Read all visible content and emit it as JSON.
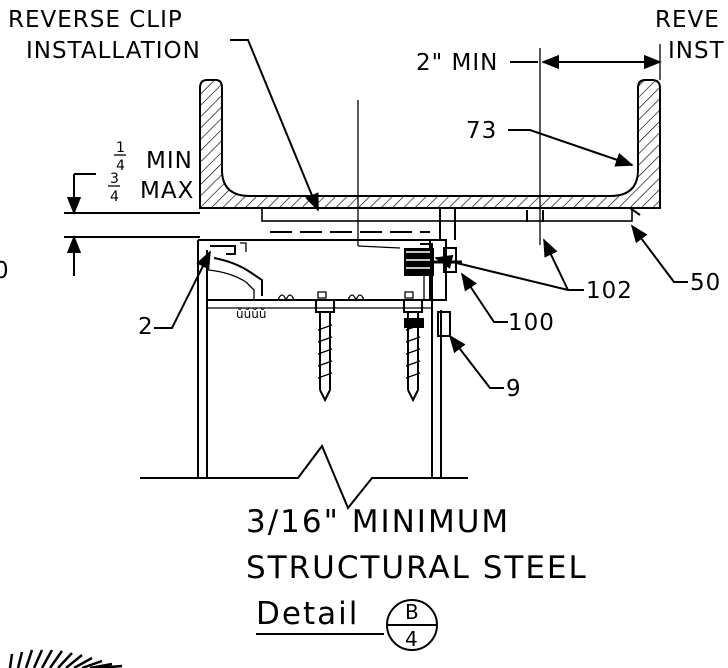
{
  "labels": {
    "reverse_clip_line1": "REVERSE CLIP",
    "reverse_clip_line2": "INSTALLATION",
    "reverse_right_line1": "REVE",
    "reverse_right_line2": "INST",
    "two_min": "2\" MIN",
    "min_label": "MIN",
    "max_label": "MAX",
    "one_quarter_num": "1",
    "one_quarter_den": "4",
    "three_quarter_num": "3",
    "three_quarter_den": "4",
    "left_cut": "0",
    "minimum_line1": "3/16\" MINIMUM",
    "minimum_line2": "STRUCTURAL STEEL"
  },
  "callouts": {
    "c73": "73",
    "c2": "2",
    "c100": "100",
    "c102": "102",
    "c50": "50",
    "c9": "9"
  },
  "detail": {
    "title": "Detail",
    "letter": "B",
    "number": "4"
  }
}
